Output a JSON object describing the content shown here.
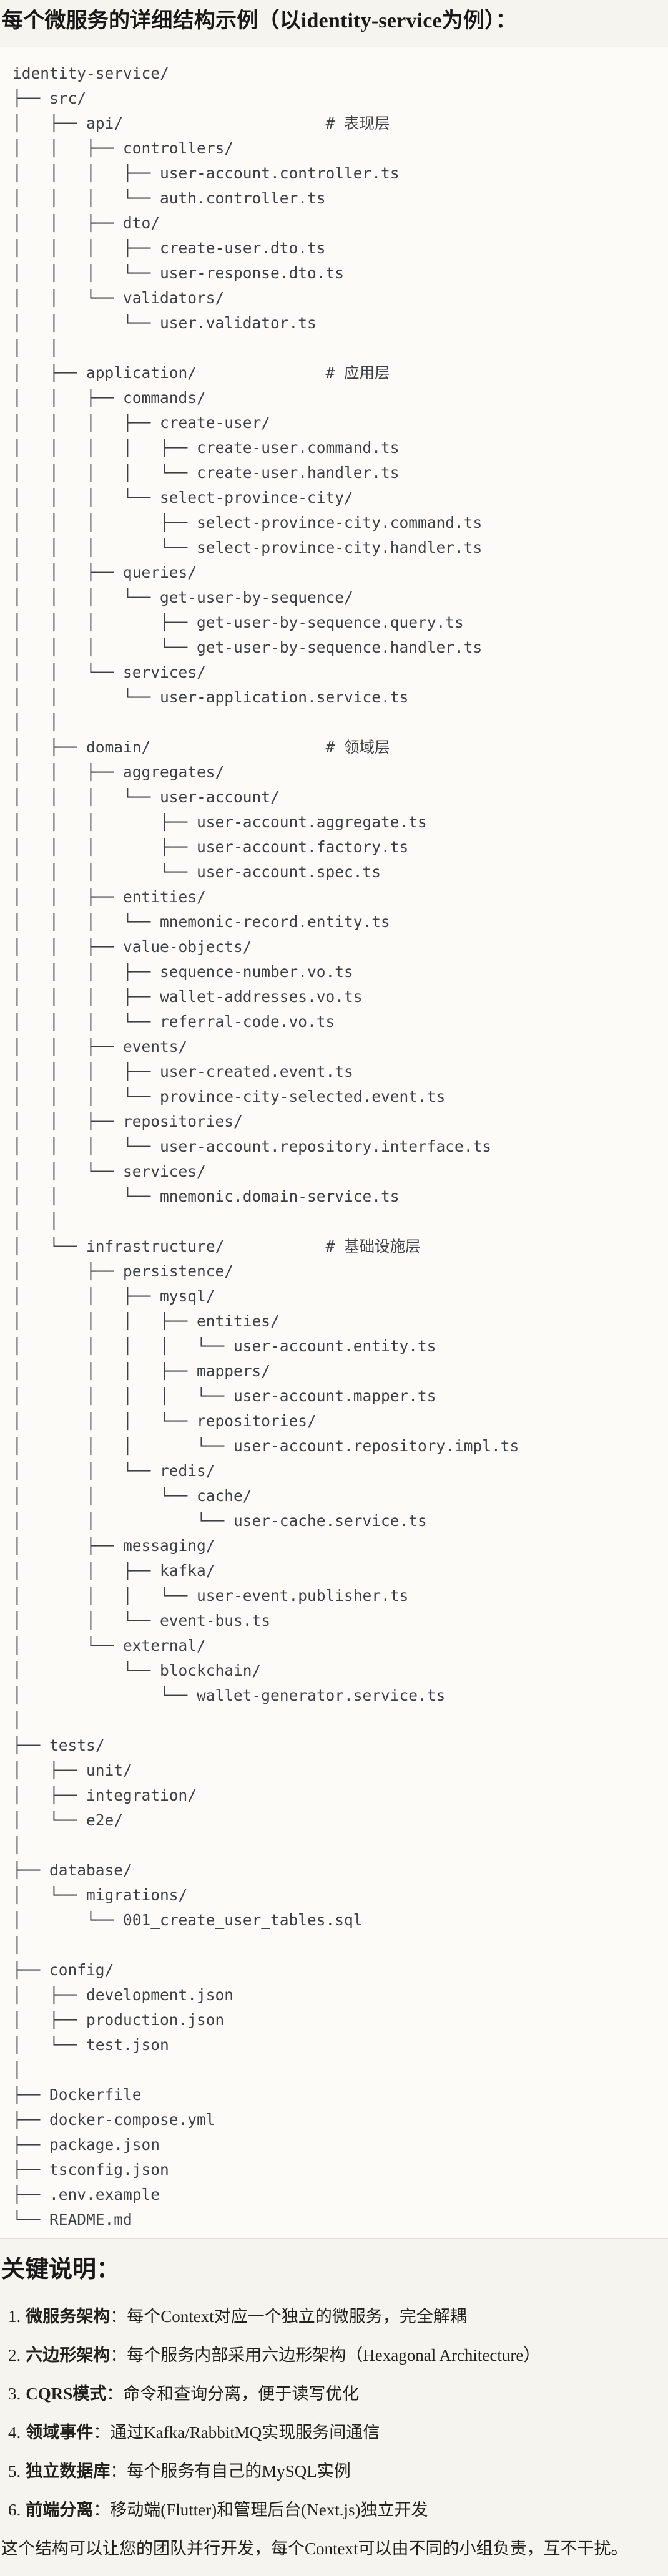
{
  "page": {
    "title": "每个微服务的详细结构示例（以identity-service为例）：",
    "section_title": "关键说明：",
    "closing": "这个结构可以让您的团队并行开发，每个Context可以由不同的小组负责，互不干扰。"
  },
  "appearance": {
    "page_bg": "#F5F4EF",
    "code_panel_bg": "#FCFBF8",
    "panel_border": "#DEDCD5",
    "code_text": "#3E4144",
    "heading_text": "#191918"
  },
  "tree": {
    "root": "identity-service/",
    "layer_comments": [
      "# 表现层",
      "# 应用层",
      "# 领域层",
      "# 基础设施层"
    ],
    "lines": [
      "identity-service/",
      "├── src/",
      "│   ├── api/                      # 表现层",
      "│   │   ├── controllers/",
      "│   │   │   ├── user-account.controller.ts",
      "│   │   │   └── auth.controller.ts",
      "│   │   ├── dto/",
      "│   │   │   ├── create-user.dto.ts",
      "│   │   │   └── user-response.dto.ts",
      "│   │   └── validators/",
      "│   │       └── user.validator.ts",
      "│   │",
      "│   ├── application/              # 应用层",
      "│   │   ├── commands/",
      "│   │   │   ├── create-user/",
      "│   │   │   │   ├── create-user.command.ts",
      "│   │   │   │   └── create-user.handler.ts",
      "│   │   │   └── select-province-city/",
      "│   │   │       ├── select-province-city.command.ts",
      "│   │   │       └── select-province-city.handler.ts",
      "│   │   ├── queries/",
      "│   │   │   └── get-user-by-sequence/",
      "│   │   │       ├── get-user-by-sequence.query.ts",
      "│   │   │       └── get-user-by-sequence.handler.ts",
      "│   │   └── services/",
      "│   │       └── user-application.service.ts",
      "│   │",
      "│   ├── domain/                   # 领域层",
      "│   │   ├── aggregates/",
      "│   │   │   └── user-account/",
      "│   │   │       ├── user-account.aggregate.ts",
      "│   │   │       ├── user-account.factory.ts",
      "│   │   │       └── user-account.spec.ts",
      "│   │   ├── entities/",
      "│   │   │   └── mnemonic-record.entity.ts",
      "│   │   ├── value-objects/",
      "│   │   │   ├── sequence-number.vo.ts",
      "│   │   │   ├── wallet-addresses.vo.ts",
      "│   │   │   └── referral-code.vo.ts",
      "│   │   ├── events/",
      "│   │   │   ├── user-created.event.ts",
      "│   │   │   └── province-city-selected.event.ts",
      "│   │   ├── repositories/",
      "│   │   │   └── user-account.repository.interface.ts",
      "│   │   └── services/",
      "│   │       └── mnemonic.domain-service.ts",
      "│   │",
      "│   └── infrastructure/           # 基础设施层",
      "│       ├── persistence/",
      "│       │   ├── mysql/",
      "│       │   │   ├── entities/",
      "│       │   │   │   └── user-account.entity.ts",
      "│       │   │   ├── mappers/",
      "│       │   │   │   └── user-account.mapper.ts",
      "│       │   │   └── repositories/",
      "│       │   │       └── user-account.repository.impl.ts",
      "│       │   └── redis/",
      "│       │       └── cache/",
      "│       │           └── user-cache.service.ts",
      "│       ├── messaging/",
      "│       │   ├── kafka/",
      "│       │   │   └── user-event.publisher.ts",
      "│       │   └── event-bus.ts",
      "│       └── external/",
      "│           └── blockchain/",
      "│               └── wallet-generator.service.ts",
      "│",
      "├── tests/",
      "│   ├── unit/",
      "│   ├── integration/",
      "│   └── e2e/",
      "│",
      "├── database/",
      "│   └── migrations/",
      "│       └── 001_create_user_tables.sql",
      "│",
      "├── config/",
      "│   ├── development.json",
      "│   ├── production.json",
      "│   └── test.json",
      "│",
      "├── Dockerfile",
      "├── docker-compose.yml",
      "├── package.json",
      "├── tsconfig.json",
      "├── .env.example",
      "└── README.md"
    ]
  },
  "key_points": [
    {
      "num": "1.",
      "term": "微服务架构",
      "sep": "：",
      "desc": "每个Context对应一个独立的微服务，完全解耦"
    },
    {
      "num": "2.",
      "term": "六边形架构",
      "sep": "：",
      "desc": "每个服务内部采用六边形架构（Hexagonal Architecture）"
    },
    {
      "num": "3.",
      "term": "CQRS模式",
      "sep": "：",
      "desc": "命令和查询分离，便于读写优化"
    },
    {
      "num": "4.",
      "term": "领域事件",
      "sep": "：",
      "desc": "通过Kafka/RabbitMQ实现服务间通信"
    },
    {
      "num": "5.",
      "term": "独立数据库",
      "sep": "：",
      "desc": "每个服务有自己的MySQL实例"
    },
    {
      "num": "6.",
      "term": "前端分离",
      "sep": "：",
      "desc": "移动端(Flutter)和管理后台(Next.js)独立开发"
    }
  ]
}
